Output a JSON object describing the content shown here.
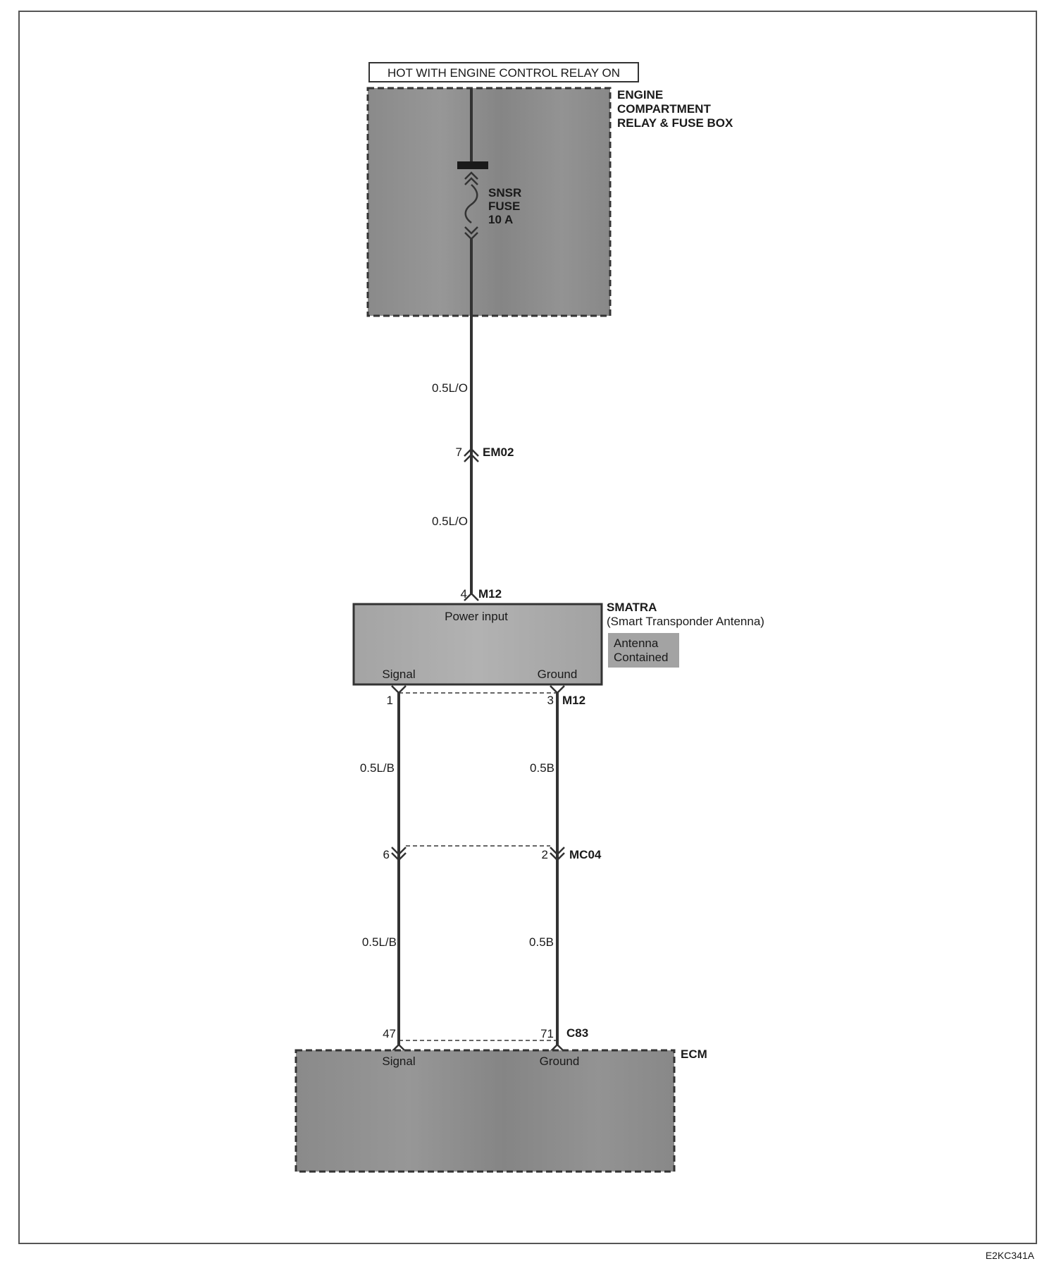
{
  "supply_label": "HOT WITH ENGINE CONTROL RELAY ON",
  "fuse_box": {
    "name_lines": [
      "ENGINE",
      "COMPARTMENT",
      "RELAY & FUSE BOX"
    ]
  },
  "fuse": {
    "lines": [
      "SNSR",
      "FUSE",
      "10 A"
    ]
  },
  "wires": {
    "w1": "0.5L/O",
    "w2": "0.5L/O",
    "w3": "0.5L/B",
    "w4": "0.5B",
    "w5": "0.5L/B",
    "w6": "0.5B"
  },
  "connectors": {
    "em02": {
      "name": "EM02",
      "pin": "7"
    },
    "m12_top": {
      "name": "M12",
      "pin": "4"
    },
    "m12_bottom": {
      "name": "M12",
      "pin_left": "1",
      "pin_right": "3"
    },
    "mc04": {
      "name": "MC04",
      "pin_left": "6",
      "pin_right": "2"
    },
    "c83": {
      "name": "C83",
      "pin_left": "47",
      "pin_right": "71"
    }
  },
  "smatra": {
    "name": "SMATRA",
    "subtitle": "(Smart Transponder Antenna)",
    "power_label": "Power input",
    "signal_label": "Signal",
    "ground_label": "Ground",
    "note_lines": [
      "Antenna",
      "Contained"
    ]
  },
  "ecm": {
    "name": "ECM",
    "signal_label": "Signal",
    "ground_label": "Ground"
  },
  "figure_id": "E2KC341A",
  "colors": {
    "component_fill": "#8c8c8c",
    "wire": "#333333"
  }
}
